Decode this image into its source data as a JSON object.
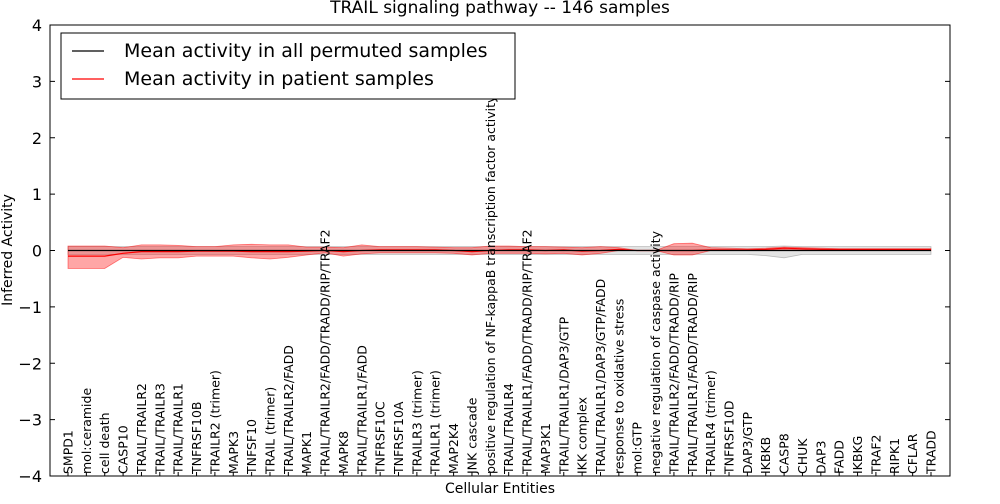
{
  "chart_data": {
    "type": "line",
    "title": "TRAIL signaling pathway -- 146 samples",
    "xlabel": "Cellular Entities",
    "ylabel": "Inferred Activity",
    "ylim": [
      -4,
      4
    ],
    "yticks": [
      -4,
      -3,
      -2,
      -1,
      0,
      1,
      2,
      3,
      4
    ],
    "ytick_labels": [
      "−4",
      "−3",
      "−2",
      "−1",
      "0",
      "1",
      "2",
      "3",
      "4"
    ],
    "grid": false,
    "legend_position": "top-left",
    "categories": [
      "SMPD1",
      "mol:ceramide",
      "cell death",
      "CASP10",
      "TRAIL/TRAILR2",
      "TRAIL/TRAILR3",
      "TRAIL/TRAILR1",
      "TNFRSF10B",
      "TRAILR2 (trimer)",
      "MAPK3",
      "TNFSF10",
      "TRAIL (trimer)",
      "TRAIL/TRAILR2/FADD",
      "MAPK1",
      "TRAIL/TRAILR2/FADD/TRADD/RIP/TRAF2",
      "MAPK8",
      "TRAIL/TRAILR1/FADD",
      "TNFRSF10C",
      "TNFRSF10A",
      "TRAILR3 (trimer)",
      "TRAILR1 (trimer)",
      "MAP2K4",
      "JNK cascade",
      "positive regulation of NF-kappaB transcription factor activity",
      "TRAIL/TRAILR4",
      "TRAIL/TRAILR1/FADD/TRADD/RIP/TRAF2",
      "MAP3K1",
      "TRAIL/TRAILR1/DAP3/GTP",
      "IKK complex",
      "TRAIL/TRAILR1/DAP3/GTP/FADD",
      "response to oxidative stress",
      "mol:GTP",
      "negative regulation of caspase activity",
      "TRAIL/TRAILR2/FADD/TRADD/RIP",
      "TRAIL/TRAILR1/FADD/TRADD/RIP",
      "TRAILR4 (trimer)",
      "TNFRSF10D",
      "DAP3/GTP",
      "IKBKB",
      "CASP8",
      "CHUK",
      "DAP3",
      "FADD",
      "IKBKG",
      "TRAF2",
      "RIPK1",
      "CFLAR",
      "TRADD"
    ],
    "series": [
      {
        "name": "Mean activity in all permuted samples",
        "color": "#000000",
        "values": [
          0.0,
          0.0,
          0.0,
          0.0,
          0.0,
          0.0,
          0.0,
          0.0,
          0.0,
          0.0,
          0.0,
          0.0,
          0.0,
          0.0,
          0.0,
          0.0,
          0.0,
          0.0,
          0.0,
          0.0,
          0.0,
          0.0,
          0.0,
          0.0,
          0.0,
          0.0,
          0.0,
          0.0,
          0.0,
          0.0,
          0.0,
          0.0,
          0.0,
          0.0,
          0.0,
          0.0,
          0.0,
          0.0,
          0.0,
          0.0,
          0.0,
          0.0,
          0.0,
          0.0,
          0.0,
          0.0,
          0.0,
          0.0
        ],
        "band_lower": [
          -0.07,
          -0.07,
          -0.07,
          -0.07,
          -0.07,
          -0.07,
          -0.07,
          -0.07,
          -0.07,
          -0.07,
          -0.07,
          -0.07,
          -0.07,
          -0.07,
          -0.07,
          -0.07,
          -0.07,
          -0.07,
          -0.07,
          -0.07,
          -0.07,
          -0.07,
          -0.07,
          -0.07,
          -0.07,
          -0.07,
          -0.07,
          -0.07,
          -0.07,
          -0.07,
          -0.07,
          -0.07,
          -0.07,
          -0.07,
          -0.07,
          -0.07,
          -0.07,
          -0.07,
          -0.09,
          -0.13,
          -0.07,
          -0.07,
          -0.07,
          -0.07,
          -0.07,
          -0.07,
          -0.07,
          -0.07
        ],
        "band_upper": [
          0.07,
          0.07,
          0.07,
          0.07,
          0.07,
          0.07,
          0.07,
          0.07,
          0.07,
          0.07,
          0.07,
          0.07,
          0.07,
          0.07,
          0.07,
          0.07,
          0.07,
          0.07,
          0.07,
          0.07,
          0.07,
          0.07,
          0.07,
          0.07,
          0.07,
          0.07,
          0.07,
          0.07,
          0.07,
          0.07,
          0.07,
          0.07,
          0.07,
          0.07,
          0.07,
          0.07,
          0.07,
          0.07,
          0.07,
          0.08,
          0.07,
          0.07,
          0.07,
          0.07,
          0.07,
          0.07,
          0.07,
          0.07
        ]
      },
      {
        "name": "Mean activity in patient samples",
        "color": "#ff0000",
        "values": [
          -0.1,
          -0.1,
          -0.1,
          -0.05,
          -0.02,
          -0.02,
          -0.02,
          -0.01,
          -0.01,
          -0.01,
          -0.02,
          -0.02,
          -0.02,
          -0.01,
          0.0,
          -0.02,
          0.0,
          0.01,
          0.01,
          0.01,
          0.01,
          0.0,
          -0.02,
          0.0,
          0.01,
          0.01,
          0.0,
          0.01,
          -0.01,
          0.0,
          0.02,
          0.0,
          0.0,
          0.0,
          0.0,
          0.01,
          0.01,
          0.01,
          0.02,
          0.04,
          0.03,
          0.02,
          0.02,
          0.02,
          0.02,
          0.02,
          0.02,
          0.02
        ],
        "band_lower": [
          -0.32,
          -0.32,
          -0.32,
          -0.12,
          -0.15,
          -0.13,
          -0.13,
          -0.1,
          -0.1,
          -0.1,
          -0.13,
          -0.15,
          -0.12,
          -0.08,
          -0.04,
          -0.1,
          -0.06,
          -0.04,
          -0.04,
          -0.04,
          -0.04,
          -0.05,
          -0.08,
          -0.05,
          -0.05,
          -0.05,
          -0.06,
          -0.05,
          -0.08,
          -0.05,
          0.0,
          0.0,
          0.0,
          -0.08,
          -0.08,
          0.0,
          0.0,
          0.0,
          0.0,
          0.02,
          0.01,
          0.0,
          0.0,
          0.0,
          0.0,
          0.0,
          0.0,
          0.0
        ],
        "band_upper": [
          0.08,
          0.08,
          0.08,
          0.05,
          0.1,
          0.1,
          0.09,
          0.07,
          0.07,
          0.1,
          0.11,
          0.1,
          0.1,
          0.06,
          0.06,
          0.05,
          0.1,
          0.07,
          0.07,
          0.07,
          0.06,
          0.05,
          0.05,
          0.08,
          0.08,
          0.07,
          0.07,
          0.06,
          0.05,
          0.07,
          0.05,
          0.0,
          0.0,
          0.12,
          0.13,
          0.05,
          0.04,
          0.03,
          0.04,
          0.06,
          0.05,
          0.04,
          0.03,
          0.03,
          0.03,
          0.03,
          0.03,
          0.03
        ]
      }
    ]
  }
}
